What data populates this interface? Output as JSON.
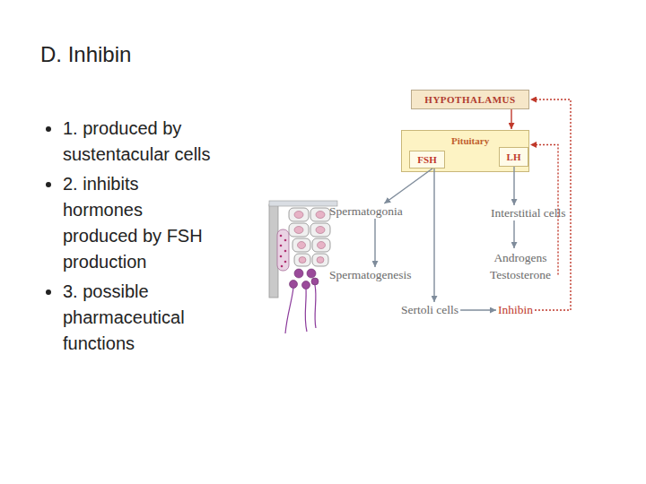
{
  "diagram": {
    "title": "D. Inhibin",
    "nodes": [
      {
        "text": [
          "HYPOTHALAMUS"
        ]
      },
      {
        "text": [
          "Pituitary"
        ]
      },
      {
        "text": [
          "FSH"
        ],
        "in": 1
      },
      {
        "text": [
          "LH"
        ],
        "in": 1
      },
      {
        "text": [
          "Spermatogonia"
        ]
      },
      {
        "text": [
          "Interstitial cells"
        ]
      },
      {
        "text": [
          "Androgens Testosterone"
        ]
      },
      {
        "text": [
          "Spermatogenesis"
        ]
      },
      {
        "text": [
          "Sertoli cells"
        ]
      },
      {
        "text": [
          "Inhibin"
        ]
      }
    ],
    "edges": [
      {
        "from": 0,
        "to": 1,
        "arrow": "to"
      },
      {
        "from": 2,
        "to": 4,
        "arrow": "to"
      },
      {
        "from": 2,
        "to": 8,
        "arrow": "to"
      },
      {
        "from": 3,
        "to": 5,
        "arrow": "to"
      },
      {
        "from": 5,
        "to": 6,
        "arrow": "to"
      },
      {
        "from": 4,
        "to": 7,
        "arrow": "to"
      },
      {
        "from": 8,
        "to": 9,
        "arrow": "to"
      },
      {
        "from": 6,
        "to": 1,
        "arrow": "to"
      },
      {
        "from": 9,
        "to": 0,
        "arrow": "to"
      }
    ],
    "labels": [
      "1. produced by sustentacular cells",
      "2. inhibits hormones produced by FSH production",
      "3. possible pharmaceutical functions"
    ]
  }
}
